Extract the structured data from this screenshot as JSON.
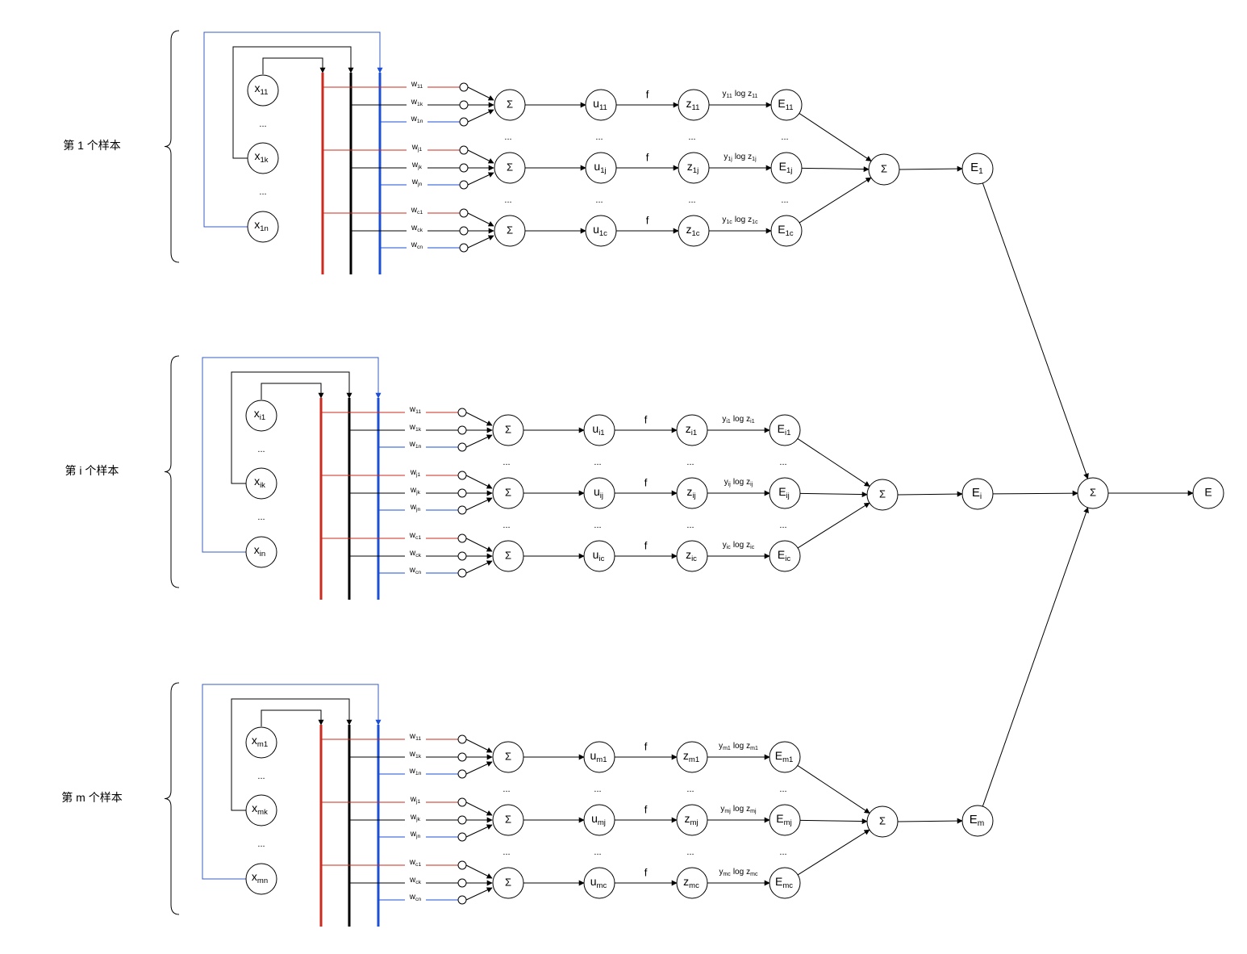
{
  "colors": {
    "red": "#cc2a1e",
    "black": "#000000",
    "blue": "#1a4fd6",
    "feedback_blue": "#3a5bbf"
  },
  "samples": [
    {
      "label": "第 1 个样本",
      "inputs": [
        {
          "b": "x",
          "s": "11"
        },
        {
          "b": "x",
          "s": "1k"
        },
        {
          "b": "x",
          "s": "1n"
        }
      ],
      "u": [
        {
          "b": "u",
          "s": "11"
        },
        {
          "b": "u",
          "s": "1j"
        },
        {
          "b": "u",
          "s": "1c"
        }
      ],
      "z": [
        {
          "b": "z",
          "s": "11"
        },
        {
          "b": "z",
          "s": "1j"
        },
        {
          "b": "z",
          "s": "1c"
        }
      ],
      "e": [
        {
          "b": "E",
          "s": "11"
        },
        {
          "b": "E",
          "s": "1j"
        },
        {
          "b": "E",
          "s": "1c"
        }
      ],
      "loss": [
        {
          "y": "11",
          "z": "11"
        },
        {
          "y": "1j",
          "z": "1j"
        },
        {
          "y": "1c",
          "z": "1c"
        }
      ],
      "total": {
        "b": "E",
        "s": "1"
      }
    },
    {
      "label": "第 i 个样本",
      "inputs": [
        {
          "b": "x",
          "s": "i1"
        },
        {
          "b": "x",
          "s": "ik"
        },
        {
          "b": "x",
          "s": "in"
        }
      ],
      "u": [
        {
          "b": "u",
          "s": "i1"
        },
        {
          "b": "u",
          "s": "ij"
        },
        {
          "b": "u",
          "s": "ic"
        }
      ],
      "z": [
        {
          "b": "z",
          "s": "i1"
        },
        {
          "b": "z",
          "s": "ij"
        },
        {
          "b": "z",
          "s": "ic"
        }
      ],
      "e": [
        {
          "b": "E",
          "s": "i1"
        },
        {
          "b": "E",
          "s": "ij"
        },
        {
          "b": "E",
          "s": "ic"
        }
      ],
      "loss": [
        {
          "y": "i1",
          "z": "i1"
        },
        {
          "y": "ij",
          "z": "ij"
        },
        {
          "y": "ic",
          "z": "ic"
        }
      ],
      "total": {
        "b": "E",
        "s": "i"
      }
    },
    {
      "label": "第 m 个样本",
      "inputs": [
        {
          "b": "x",
          "s": "m1"
        },
        {
          "b": "x",
          "s": "mk"
        },
        {
          "b": "x",
          "s": "mn"
        }
      ],
      "u": [
        {
          "b": "u",
          "s": "m1"
        },
        {
          "b": "u",
          "s": "mj"
        },
        {
          "b": "u",
          "s": "mc"
        }
      ],
      "z": [
        {
          "b": "z",
          "s": "m1"
        },
        {
          "b": "z",
          "s": "mj"
        },
        {
          "b": "z",
          "s": "mc"
        }
      ],
      "e": [
        {
          "b": "E",
          "s": "m1"
        },
        {
          "b": "E",
          "s": "mj"
        },
        {
          "b": "E",
          "s": "mc"
        }
      ],
      "loss": [
        {
          "y": "m1",
          "z": "m1"
        },
        {
          "y": "mj",
          "z": "mj"
        },
        {
          "y": "mc",
          "z": "mc"
        }
      ],
      "total": {
        "b": "E",
        "s": "m"
      }
    }
  ],
  "weights": [
    [
      {
        "s": "11",
        "c": "red"
      },
      {
        "s": "1k",
        "c": "black"
      },
      {
        "s": "1n",
        "c": "blue"
      }
    ],
    [
      {
        "s": "j1",
        "c": "red"
      },
      {
        "s": "jk",
        "c": "black"
      },
      {
        "s": "jn",
        "c": "blue"
      }
    ],
    [
      {
        "s": "c1",
        "c": "red"
      },
      {
        "s": "ck",
        "c": "black"
      },
      {
        "s": "cn",
        "c": "blue"
      }
    ]
  ],
  "weight_base": "w",
  "sum_symbol": "Σ",
  "activation": "f",
  "loss_base_y": "y",
  "loss_mid": "log",
  "loss_base_z": "z",
  "ellipsis": "...",
  "final_sum": "Σ",
  "final_output": "E"
}
